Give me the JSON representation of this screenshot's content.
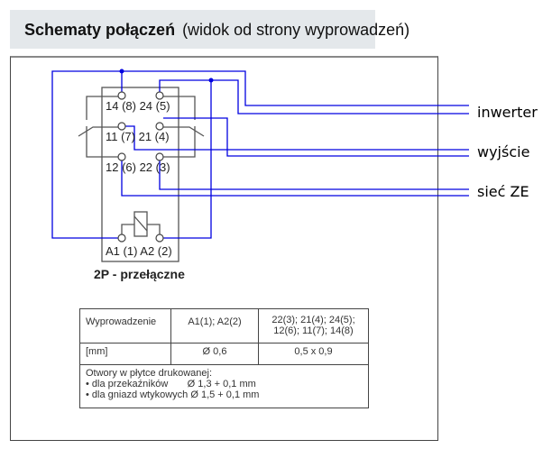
{
  "header": {
    "title_bold": "Schematy połączeń",
    "title_rest": "(widok od strony wyprowadzeń)"
  },
  "diagram": {
    "pins_row1": "14 (8) 24 (5)",
    "pins_row2": "11 (7) 21 (4)",
    "pins_row3": "12 (6) 22 (3)",
    "pins_coil": "A1 (1) A2 (2)",
    "relay_type": "2P - przełączne",
    "labels": [
      "inwerter",
      "wyjście",
      "sieć ZE"
    ],
    "wire_color": "#0000e0"
  },
  "table": {
    "row1": [
      "Wyprowadzenie",
      "A1(1); A2(2)",
      "22(3); 21(4); 24(5);",
      "12(6); 11(7); 14(8)"
    ],
    "row2": [
      "[mm]",
      "Ø 0,6",
      "0,5 x 0,9"
    ],
    "notes": [
      "Otwory w płytce drukowanej:",
      "• dla przekaźników       Ø 1,3 + 0,1 mm",
      "• dla gniazd wtykowych Ø 1,5 + 0,1 mm"
    ]
  }
}
